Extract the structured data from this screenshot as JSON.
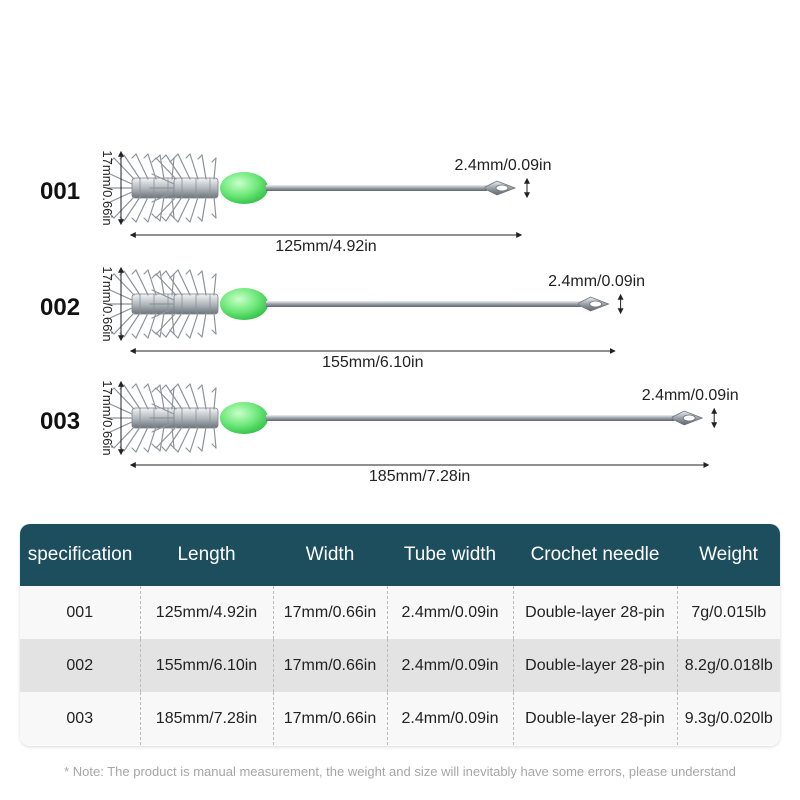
{
  "colors": {
    "header_bg": "#1d4e5e",
    "bead_green": "#6ee87a",
    "shaft_silver": "#a8aeb4",
    "note_gray": "#a6a6a6"
  },
  "lures": [
    {
      "id": "001",
      "length_label": "125mm/4.92in",
      "height_label": "17mm/0.66in",
      "tip_label": "2.4mm/0.09in"
    },
    {
      "id": "002",
      "length_label": "155mm/6.10in",
      "height_label": "17mm/0.66in",
      "tip_label": "2.4mm/0.09in"
    },
    {
      "id": "003",
      "length_label": "185mm/7.28in",
      "height_label": "17mm/0.66in",
      "tip_label": "2.4mm/0.09in"
    }
  ],
  "table": {
    "headers": [
      "specification",
      "Length",
      "Width",
      "Tube width",
      "Crochet needle",
      "Weight"
    ],
    "rows": [
      [
        "001",
        "125mm/4.92in",
        "17mm/0.66in",
        "2.4mm/0.09in",
        "Double-layer 28-pin",
        "7g/0.015lb"
      ],
      [
        "002",
        "155mm/6.10in",
        "17mm/0.66in",
        "2.4mm/0.09in",
        "Double-layer 28-pin",
        "8.2g/0.018lb"
      ],
      [
        "003",
        "185mm/7.28in",
        "17mm/0.66in",
        "2.4mm/0.09in",
        "Double-layer 28-pin",
        "9.3g/0.020lb"
      ]
    ]
  },
  "note": "* Note: The product is manual measurement, the weight and size will inevitably have some errors, please understand"
}
